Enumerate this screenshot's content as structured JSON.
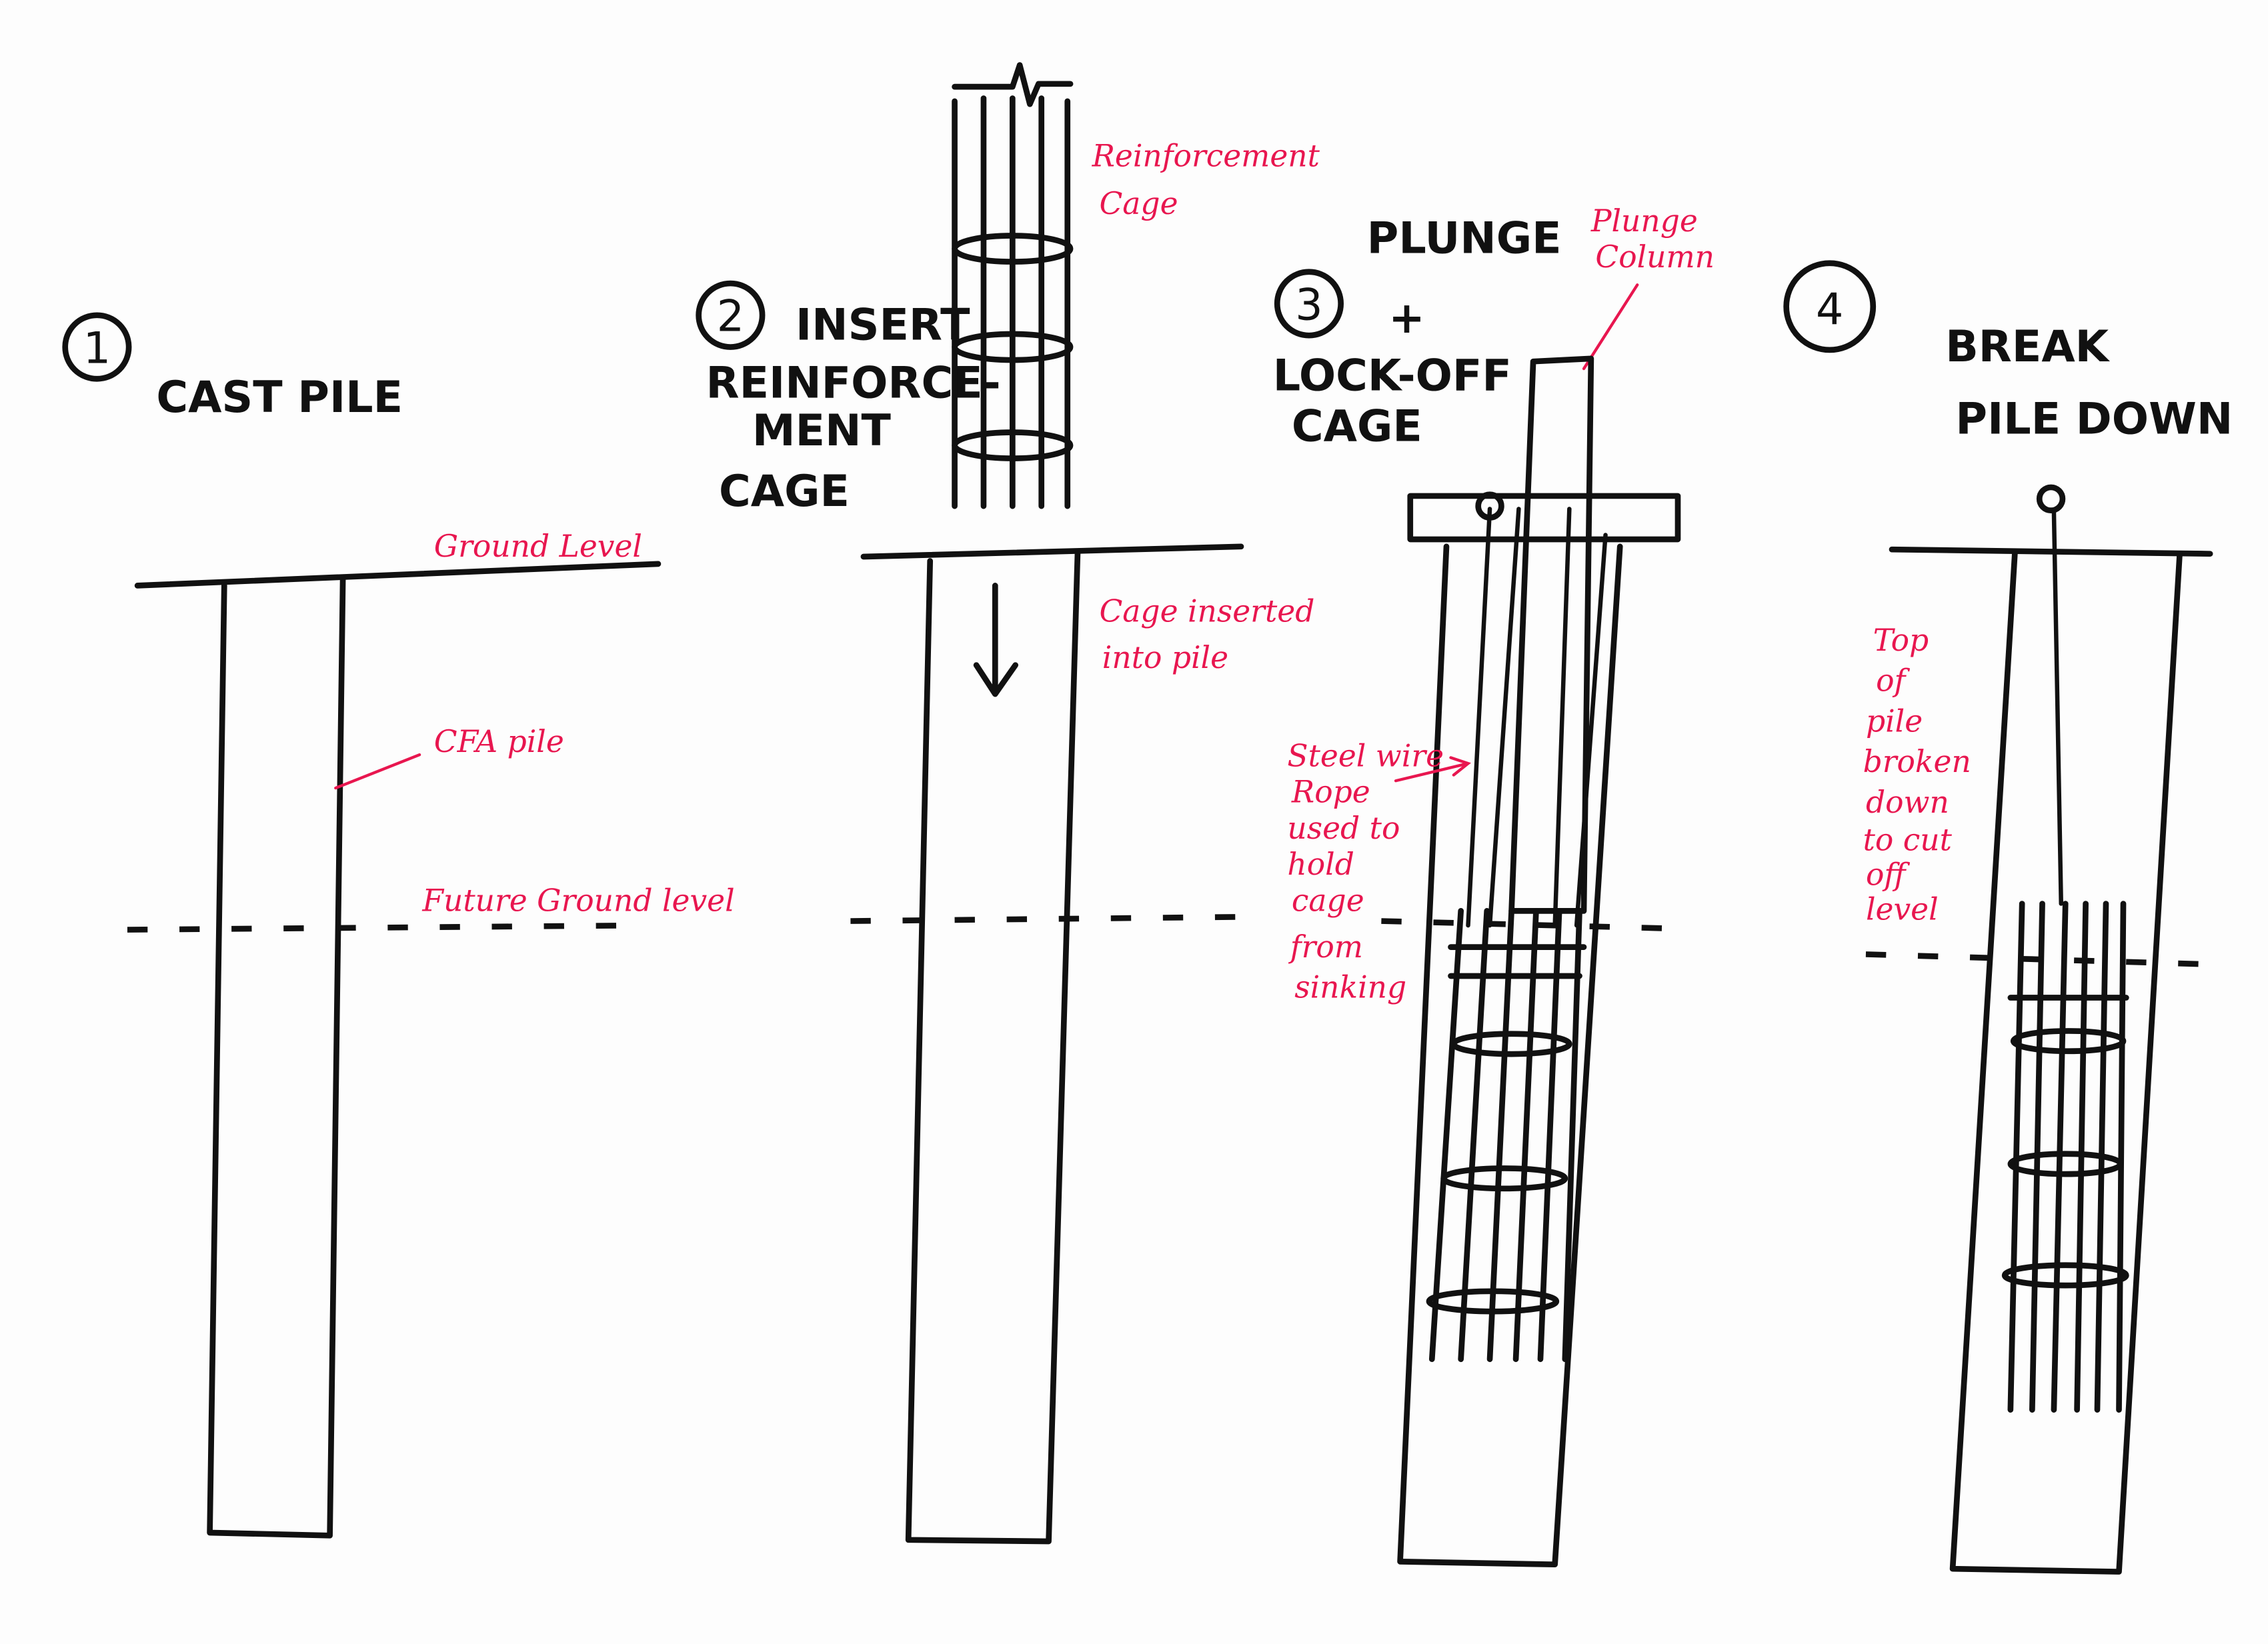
{
  "steps": [
    {
      "number": "1",
      "title": [
        "CAST PILE"
      ]
    },
    {
      "number": "2",
      "title": [
        "INSERT",
        "REINFORCE-",
        "MENT",
        "CAGE"
      ]
    },
    {
      "number": "3",
      "title": [
        "PLUNGE",
        "+",
        "LOCK-OFF",
        "CAGE"
      ]
    },
    {
      "number": "4",
      "title": [
        "BREAK",
        "PILE DOWN"
      ]
    }
  ],
  "annotations": {
    "ground_level": "Ground Level",
    "cfa_pile": "CFA pile",
    "future_ground_level": "Future Ground level",
    "reinforcement_cage": [
      "Reinforcement",
      "Cage"
    ],
    "cage_inserted": [
      "Cage inserted",
      "into pile"
    ],
    "plunge_column": [
      "Plunge",
      "Column"
    ],
    "steel_wire": [
      "Steel wire",
      "Rope",
      "used to",
      "hold",
      "cage",
      "from",
      "sinking"
    ],
    "top_of_pile": [
      "Top",
      "of",
      "pile",
      "broken",
      "down",
      "to cut",
      "off",
      "level"
    ]
  },
  "colors": {
    "ink": "#111111",
    "annotation": "#e8164f"
  }
}
